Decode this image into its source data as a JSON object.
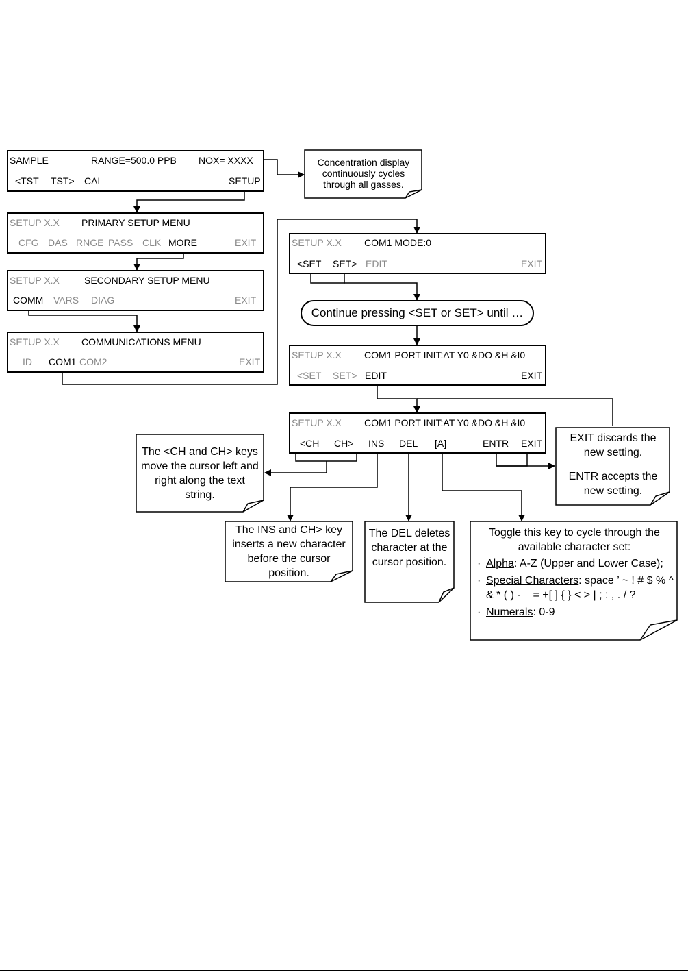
{
  "colors": {
    "line": "#000000",
    "inactive": "#8a8a8a",
    "background": "#ffffff"
  },
  "sample_screen": {
    "title": "SAMPLE",
    "range": "RANGE=500.0 PPB",
    "nox": "NOX= XXXX",
    "btn_tst_prev": "<TST",
    "btn_tst_next": "TST>",
    "btn_cal": "CAL",
    "btn_setup": "SETUP"
  },
  "primary_screen": {
    "prefix": "SETUP X.X",
    "title": "PRIMARY SETUP MENU",
    "btn_cfg": "CFG",
    "btn_das": "DAS",
    "btn_rnge": "RNGE",
    "btn_pass": "PASS",
    "btn_clk": "CLK",
    "btn_more": "MORE",
    "btn_exit": "EXIT"
  },
  "secondary_screen": {
    "prefix": "SETUP X.X",
    "title": "SECONDARY SETUP MENU",
    "btn_comm": "COMM",
    "btn_vars": "VARS",
    "btn_diag": "DIAG",
    "btn_exit": "EXIT"
  },
  "comm_screen": {
    "prefix": "SETUP X.X",
    "title": "COMMUNICATIONS MENU",
    "btn_id": "ID",
    "btn_com1": "COM1",
    "btn_com2": "COM2",
    "btn_exit": "EXIT"
  },
  "mode_screen": {
    "prefix": "SETUP X.X",
    "title": "COM1 MODE:0",
    "btn_set_prev": "<SET",
    "btn_set_next": "SET>",
    "btn_edit": "EDIT",
    "btn_exit": "EXIT"
  },
  "continue_pill": {
    "text": "Continue pressing <SET or SET> until …"
  },
  "port_screen": {
    "prefix": "SETUP X.X",
    "title": "COM1 PORT INIT:AT Y0 &DO &H &I0",
    "btn_set_prev": "<SET",
    "btn_set_next": "SET>",
    "btn_edit": "EDIT",
    "btn_exit": "EXIT"
  },
  "edit_screen": {
    "prefix": "SETUP X.X",
    "title": "COM1 PORT INIT:AT Y0 &DO &H &I0",
    "btn_ch_prev": "<CH",
    "btn_ch_next": "CH>",
    "btn_ins": "INS",
    "btn_del": "DEL",
    "btn_char": "[A]",
    "btn_entr": "ENTR",
    "btn_exit": "EXIT"
  },
  "notes": {
    "concentration": "Concentration display continuously cycles through all gasses.",
    "cursor": "The <CH and CH> keys move the cursor left and right along the text string.",
    "exit_entr": {
      "exit": "EXIT discards the new setting.",
      "entr": "ENTR accepts the new setting."
    },
    "ins": "The INS and CH> key inserts a new character before the cursor position.",
    "del": "The DEL deletes character at the cursor position.",
    "charset": {
      "intro": "Toggle this key to cycle through the available character set:",
      "bullet": "·",
      "alpha_label": "Alpha",
      "alpha_value": ": A-Z (Upper and Lower Case);",
      "special_label": "Special Characters",
      "special_value": ": space ’ ~ ! # $ % ^ & * ( ) - _ = +[ ] { } < > | ; : , . / ?",
      "numerals_label": "Numerals",
      "numerals_value": ": 0-9"
    }
  }
}
